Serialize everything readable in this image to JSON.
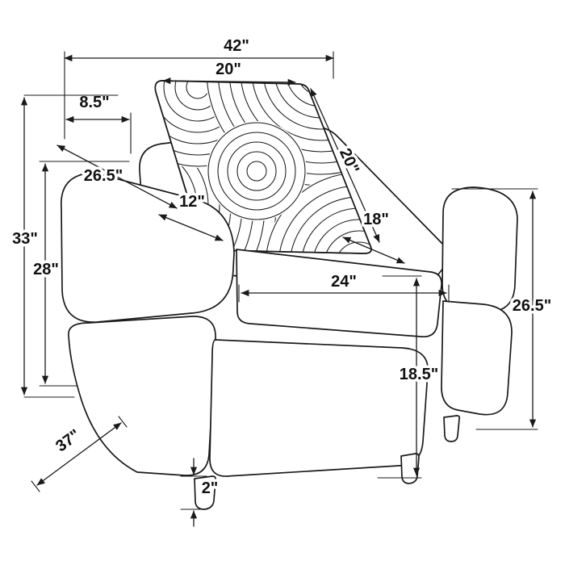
{
  "page": {
    "background_color": "#ffffff",
    "line_color": "#1a1a1a"
  },
  "diagram": {
    "type": "furniture-dimension-diagram",
    "subject": "upholstered armchair with patterned accent pillow",
    "dims": [
      {
        "id": "overall-width",
        "label": "42\""
      },
      {
        "id": "pillow-width",
        "label": "20\""
      },
      {
        "id": "back-depth",
        "label": "8.5\""
      },
      {
        "id": "arm-length",
        "label": "26.5\""
      },
      {
        "id": "arm-width",
        "label": "12\""
      },
      {
        "id": "pillow-height",
        "label": "20\""
      },
      {
        "id": "seat-depth",
        "label": "18\""
      },
      {
        "id": "overall-height",
        "label": "33\""
      },
      {
        "id": "arm-height",
        "label": "28\""
      },
      {
        "id": "seat-width",
        "label": "24\""
      },
      {
        "id": "back-height",
        "label": "26.5\""
      },
      {
        "id": "seat-height",
        "label": "18.5\""
      },
      {
        "id": "overall-depth",
        "label": "37\""
      },
      {
        "id": "leg-height",
        "label": "2\""
      }
    ]
  }
}
